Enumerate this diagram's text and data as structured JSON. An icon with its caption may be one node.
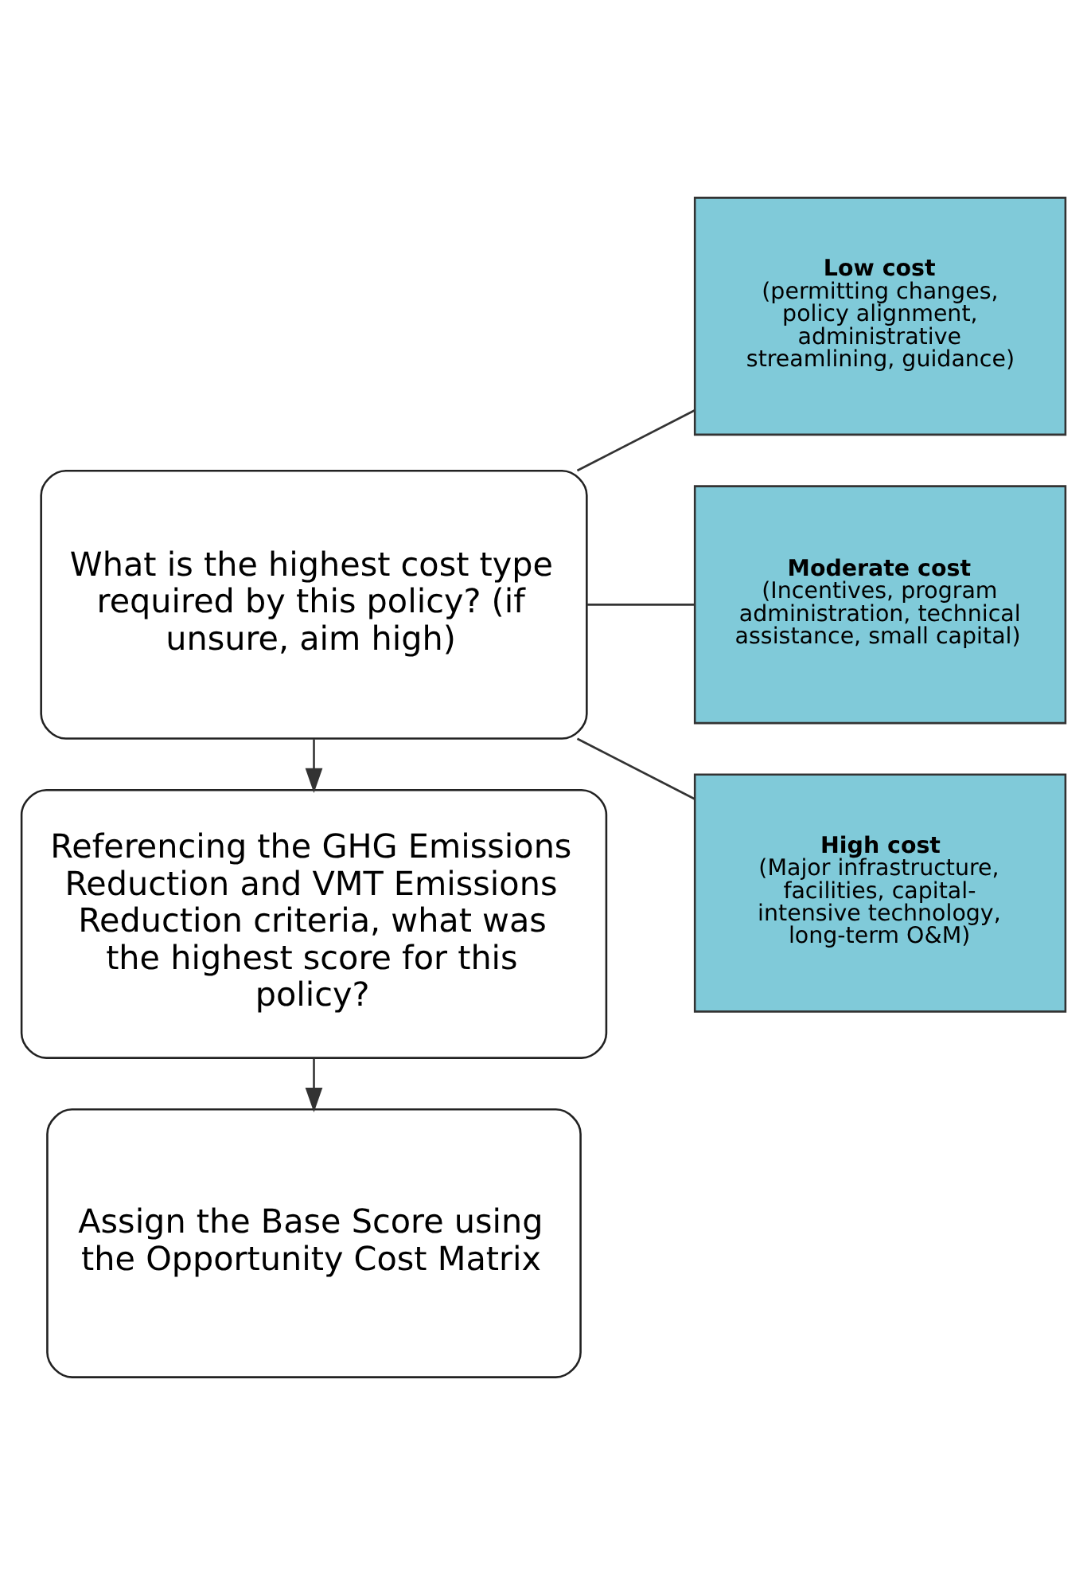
{
  "diagram": {
    "nodes": [
      {
        "text": [
          "What is the highest cost type required by this policy? (if unsure, aim high)"
        ]
      },
      {
        "text": [
          "Low cost",
          "(permitting changes, policy alignment, administrative streamlining, guidance)"
        ]
      },
      {
        "text": [
          "Moderate cost",
          "(Incentives, program administration, technical assistance, small capital)"
        ]
      },
      {
        "text": [
          "High cost",
          "(Major infrastructure, facilities, capital-intensive technology, long-term O&M)"
        ]
      },
      {
        "text": [
          "Referencing the GHG Emissions Reduction and VMT Emissions Reduction criteria, what was the highest score for this policy?"
        ]
      },
      {
        "text": [
          "Assign the Base Score using the Opportunity Cost Matrix"
        ]
      }
    ],
    "edges": [
      {
        "from": 0,
        "to": 1,
        "arrow": "none"
      },
      {
        "from": 0,
        "to": 2,
        "arrow": "none"
      },
      {
        "from": 0,
        "to": 3,
        "arrow": "none"
      },
      {
        "from": 0,
        "to": 4,
        "arrow": "to"
      },
      {
        "from": 4,
        "to": 5,
        "arrow": "to"
      }
    ]
  }
}
